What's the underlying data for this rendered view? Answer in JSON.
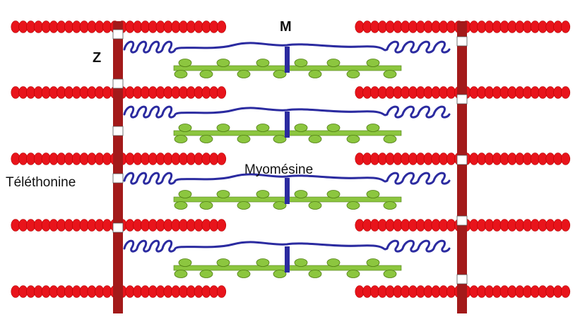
{
  "labels": {
    "z_disc": "Z",
    "m_line": "M",
    "myomesin": "Myomésine",
    "telethonin": "Téléthonine"
  },
  "colors": {
    "actin": "#e8141b",
    "actin_edge": "#b30000",
    "z_disc": "#a31a1a",
    "myosin": "#8cc63f",
    "myosin_edge": "#4f7d12",
    "titin": "#2b2ba0",
    "telethonin": "#ffffff"
  },
  "structure": {
    "actin_filament_rows": 5,
    "myosin_filaments": 4,
    "z_discs": 2
  }
}
